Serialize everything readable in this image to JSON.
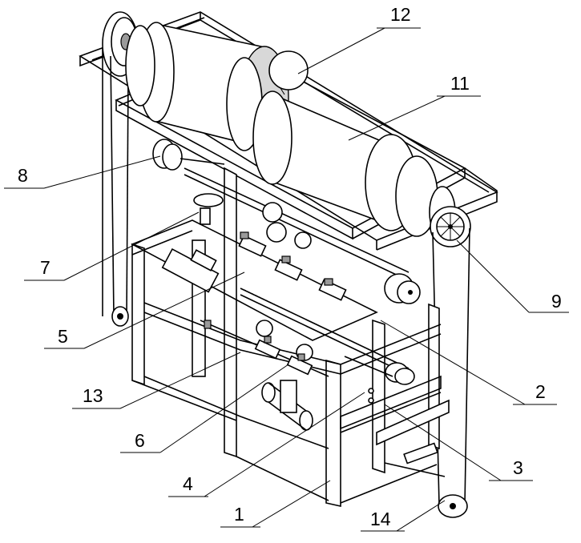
{
  "figure": {
    "labels": [
      "12",
      "11",
      "8",
      "7",
      "9",
      "5",
      "2",
      "13",
      "6",
      "3",
      "4",
      "1",
      "14"
    ]
  }
}
